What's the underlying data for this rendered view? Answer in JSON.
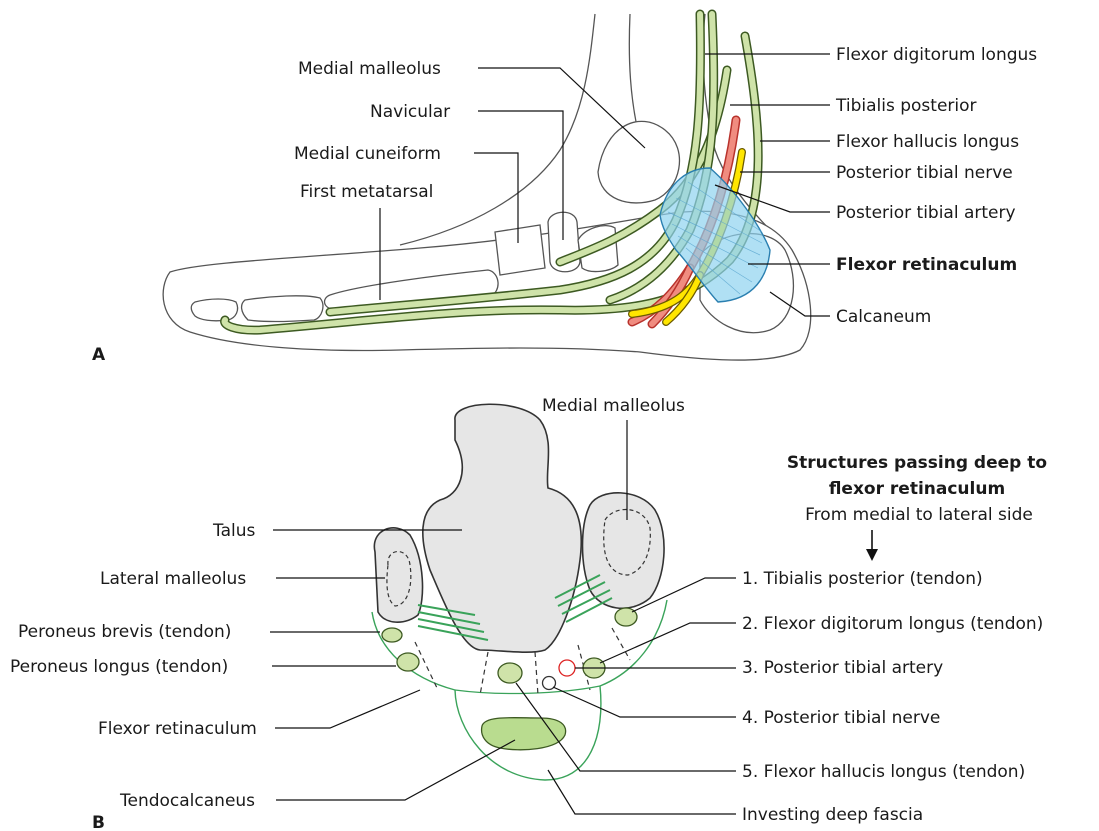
{
  "panel_a": {
    "panel_label": "A",
    "labels": {
      "medial_malleolus": "Medial malleolus",
      "navicular": "Navicular",
      "medial_cuneiform": "Medial cuneiform",
      "first_metatarsal": "First metatarsal",
      "flexor_digitorum_longus": "Flexor digitorum longus",
      "tibialis_posterior": "Tibialis posterior",
      "flexor_hallucis_longus": "Flexor hallucis longus",
      "posterior_tibial_nerve": "Posterior tibial nerve",
      "posterior_tibial_artery": "Posterior tibial artery",
      "flexor_retinaculum": "Flexor retinaculum",
      "calcaneum": "Calcaneum"
    }
  },
  "panel_b": {
    "panel_label": "B",
    "heading_line1": "Structures passing deep to",
    "heading_line2": "flexor retinaculum",
    "subheading": "From medial to lateral side",
    "labels": {
      "medial_malleolus": "Medial malleolus",
      "talus": "Talus",
      "lateral_malleolus": "Lateral malleolus",
      "peroneus_brevis": "Peroneus brevis (tendon)",
      "peroneus_longus": "Peroneus longus (tendon)",
      "flexor_retinaculum": "Flexor retinaculum",
      "tendocalcaneus": "Tendocalcaneus",
      "item1": "1. Tibialis posterior (tendon)",
      "item2": "2. Flexor digitorum longus (tendon)",
      "item3": "3. Posterior tibial artery",
      "item4": "4. Posterior tibial nerve",
      "item5": "5. Flexor hallucis longus (tendon)",
      "investing_deep_fascia": "Investing deep fascia"
    }
  },
  "colors": {
    "tendon": "#cfe3a9",
    "artery": "#f08c80",
    "nerve": "#ffe600",
    "retinaculum": "#8ed3f0",
    "fascia": "#3aa35a",
    "bone_section": "#e6e6e6"
  }
}
